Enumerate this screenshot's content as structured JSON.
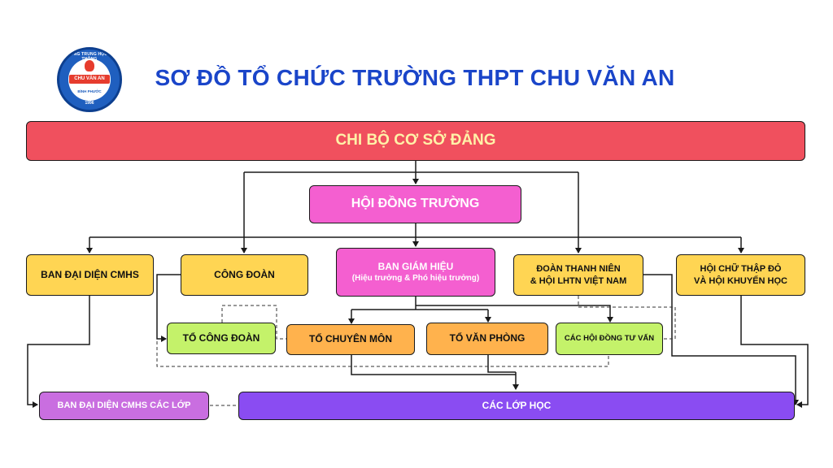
{
  "title": "SƠ ĐỒ TỔ CHỨC TRƯỜNG THPT CHU VĂN AN",
  "logo": {
    "ring_text": "TRƯỜNG TRUNG HỌC PHỔ THÔNG",
    "name": "CHU VĂN AN",
    "place": "BÌNH PHƯỚC",
    "year": "1996"
  },
  "colors": {
    "title": "#1a45c9",
    "party": "#f0505e",
    "council": "#f45fd0",
    "yellow": "#ffd553",
    "green": "#c4f26a",
    "orange": "#ffb24d",
    "lilac": "#c96ee0",
    "purple": "#8a4cf2"
  },
  "nodes": {
    "chi_bo": "CHI BỘ CƠ SỞ ĐẢNG",
    "hoi_dong_truong": "HỘI ĐỒNG TRƯỜNG",
    "ban_dai_dien_cmhs": "BAN ĐẠI DIỆN CMHS",
    "cong_doan": "CÔNG ĐOÀN",
    "ban_giam_hieu": "BAN GIÁM HIỆU",
    "ban_giam_hieu_sub": "(Hiệu trưởng & Phó hiệu trưởng)",
    "doan_thanh_nien_1": "ĐOÀN THANH NIÊN",
    "doan_thanh_nien_2": "& HỘI LHTN VIỆT NAM",
    "hoi_chu_thap_do_1": "HỘI CHỮ THẬP ĐỎ",
    "hoi_chu_thap_do_2": "VÀ HỘI KHUYẾN HỌC",
    "to_cong_doan": "TỔ CÔNG ĐOÀN",
    "to_chuyen_mon": "TỔ CHUYÊN MÔN",
    "to_van_phong": "TỔ VĂN PHÒNG",
    "cac_hoi_dong_tu_van": "CÁC HỘI ĐỒNG TƯ VẤN",
    "ban_dai_dien_cmhs_cac_lop": "BAN ĐẠI DIỆN CMHS CÁC LỚP",
    "cac_lop_hoc": "CÁC LỚP HỌC"
  }
}
